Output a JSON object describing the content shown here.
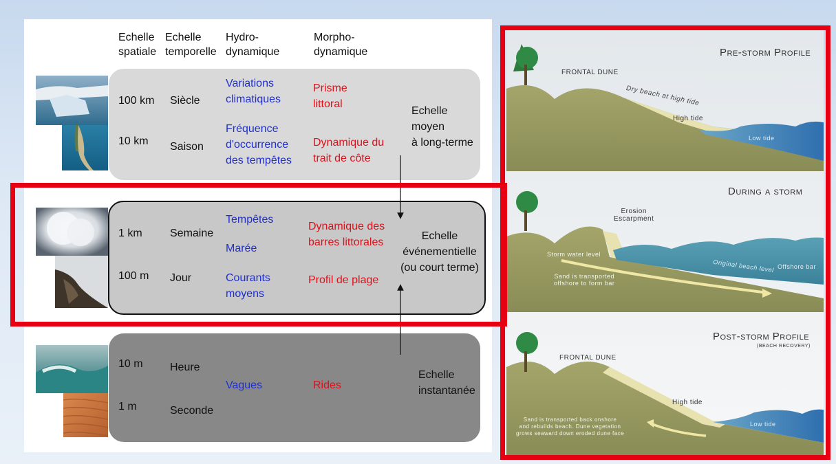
{
  "headers": {
    "h1": "Echelle\nspatiale",
    "h2": "Echelle\ntemporelle",
    "h3": "Hydro-\ndynamique",
    "h4": "Morpho-\ndynamique"
  },
  "rows": {
    "r1": {
      "spatial": "100 km",
      "temporal": "Siècle",
      "hydro": "Variations\nclimatiques",
      "morpho": "Prisme\nlittoral"
    },
    "r2": {
      "spatial": "10 km",
      "temporal": "Saison",
      "hydro": "Fréquence\nd'occurrence\ndes tempêtes",
      "morpho": "Dynamique du\ntrait de côte"
    },
    "r3": {
      "spatial": "1 km",
      "temporal": "Semaine",
      "hydro": "Tempêtes",
      "hydro2": "Marée",
      "morpho": "Dynamique des\nbarres littorales"
    },
    "r4": {
      "spatial": "100 m",
      "temporal": "Jour",
      "hydro": "Courants\nmoyens",
      "morpho": "Profil de plage"
    },
    "r5": {
      "spatial": "10 m",
      "temporal": "Heure"
    },
    "r6": {
      "spatial": "1 m",
      "temporal": "Seconde"
    },
    "r56": {
      "hydro": "Vagues",
      "morpho": "Rides"
    }
  },
  "scales": {
    "s1": "Echelle\nmoyen\nà long-terme",
    "s2": "Echelle\névénementielle\n(ou court terme)",
    "s3": "Echelle\ninstantanée"
  },
  "profiles": {
    "p1": {
      "title": "Pre-storm Profile",
      "dune": "Frontal dune",
      "dry": "Dry beach at high tide",
      "high": "High tide",
      "low": "Low tide"
    },
    "p2": {
      "title": "During a storm",
      "erosion": "Erosion\nEscarpment",
      "storm": "Storm water level",
      "sand": "Sand is transported\noffshore to form bar",
      "original": "Original beach level",
      "offshore": "Offshore bar"
    },
    "p3": {
      "title": "Post-storm Profile",
      "subtitle": "(beach recovery)",
      "dune": "Frontal dune",
      "high": "High tide",
      "low": "Low tide",
      "sand": "Sand is transported back onshore\nand rebuilds beach. Dune vegetation\ngrows seaward down eroded dune face"
    }
  },
  "colors": {
    "highlight": "#e60012",
    "hydro": "#1f2fd1",
    "morpho": "#e0101a"
  }
}
